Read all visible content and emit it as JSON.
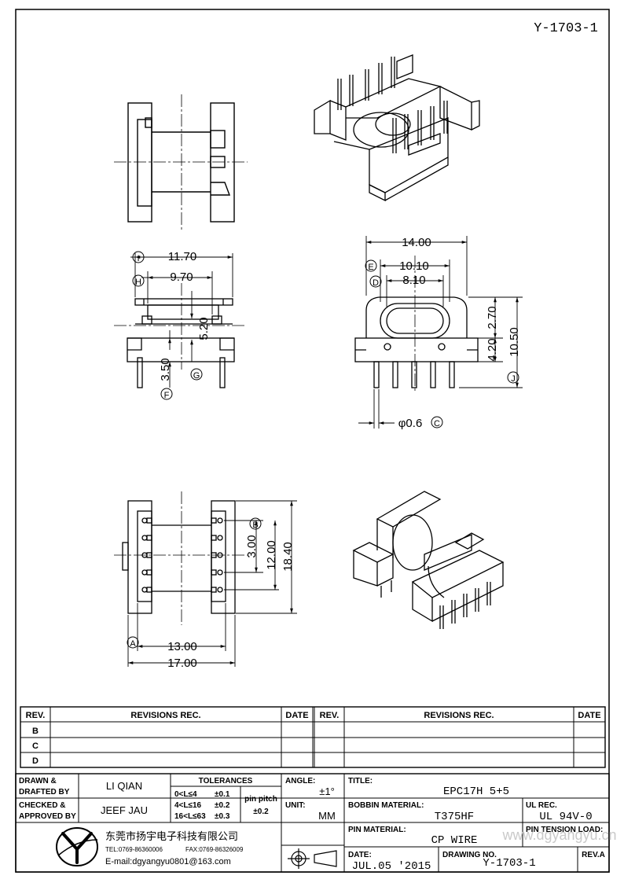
{
  "drawing_number_top": "Y-1703-1",
  "dims": {
    "top_width": "14.00",
    "window_outer": "10.10",
    "window_inner": "8.10",
    "upper_height": "2.70",
    "pin_row_height": "4.20",
    "total_height": "10.50",
    "pin_diameter": "φ0.6",
    "side_width": "11.70",
    "side_inner": "9.70",
    "side_height": "5.20",
    "pin_length": "3.50",
    "pin_pitch": "3.00",
    "pin_span": "12.00",
    "overall_length": "18.40",
    "bottom_inner": "13.00",
    "bottom_outer": "17.00"
  },
  "markers": {
    "a": "A",
    "b": "B",
    "c": "C",
    "d": "D",
    "e": "E",
    "f": "F",
    "g": "G",
    "h": "H",
    "i": "I",
    "j": "J"
  },
  "revisions": {
    "rev_header": "REV.",
    "revisions_header": "REVISIONS REC.",
    "date_header": "DATE",
    "rows": [
      "B",
      "C",
      "D"
    ]
  },
  "title_block": {
    "drawn_label": "DRAWN &\nDRAFTED BY",
    "drawn_value": "LI QIAN",
    "checked_label": "CHECKED &\nAPPROVED BY",
    "checked_value": "JEEF JAU",
    "tolerances_label": "TOLERANCES",
    "tol_1": "0<L≤4",
    "tol_1_val": "±0.1",
    "tol_2": "4<L≤16",
    "tol_2_val": "±0.2",
    "tol_3": "16<L≤63",
    "tol_3_val": "±0.3",
    "pin_pitch_label": "pin pitch",
    "pin_pitch_value": "±0.2",
    "angle_label": "ANGLE:",
    "angle_value": "±1°",
    "unit_label": "UNIT:",
    "unit_value": "MM",
    "title_label": "TITLE:",
    "title_value": "EPC17H 5+5",
    "bobbin_label": "BOBBIN MATERIAL:",
    "bobbin_value": "T375HF",
    "ul_label": "UL REC.",
    "ul_value": "UL 94V-0",
    "pin_material_label": "PIN MATERIAL:",
    "pin_material_value": "CP WIRE",
    "pin_tension_label": "PIN TENSION LOAD:",
    "date_label": "DATE:",
    "date_value": "JUL.05 '2015",
    "drawing_no_label": "DRAWING NO.",
    "drawing_no_value": "Y-1703-1",
    "rev_label": "REV.A",
    "company_cn": "东莞市扬宇电子科技有限公司",
    "company_tel": "TEL:0769-86360006",
    "company_fax": "FAX:0769-86326009",
    "company_email": "E-mail:dgyangyu0801@163.com",
    "watermark": "www.dgyangyu.cn"
  }
}
